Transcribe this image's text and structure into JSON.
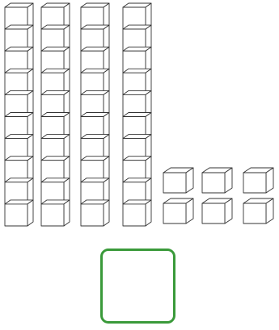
{
  "figure": {
    "rods": {
      "count": 4,
      "units_per_rod": 10
    },
    "units": {
      "count": 6
    },
    "colors": {
      "block_stroke": "#333333",
      "block_fill": "#ffffff",
      "answer_box_border": "#3a9a3a"
    }
  },
  "answer_box": {
    "value": ""
  }
}
